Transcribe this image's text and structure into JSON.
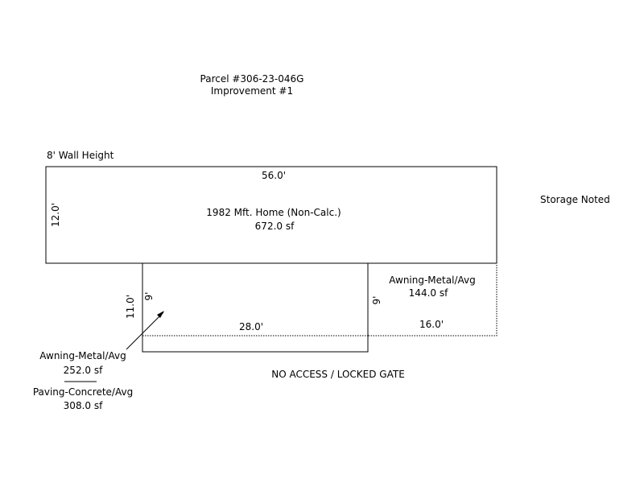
{
  "header": {
    "parcel": "Parcel #306-23-046G",
    "improvement": "Improvement #1"
  },
  "notes": {
    "wall_height": "8' Wall Height",
    "storage": "Storage Noted",
    "access": "NO ACCESS / LOCKED GATE"
  },
  "home": {
    "label": "1982 Mft. Home (Non-Calc.)",
    "area": "672.0 sf",
    "width_dim": "56.0'",
    "depth_dim": "12.0'"
  },
  "awning_left": {
    "label": "Awning-Metal/Avg",
    "area": "252.0 sf",
    "depth_dim": "11.0'",
    "height_dim": "9'",
    "width_dim": "28.0'"
  },
  "paving": {
    "label": "Paving-Concrete/Avg",
    "area": "308.0 sf"
  },
  "awning_right": {
    "label": "Awning-Metal/Avg",
    "area": "144.0 sf",
    "height_dim": "9'",
    "width_dim": "16.0'"
  }
}
